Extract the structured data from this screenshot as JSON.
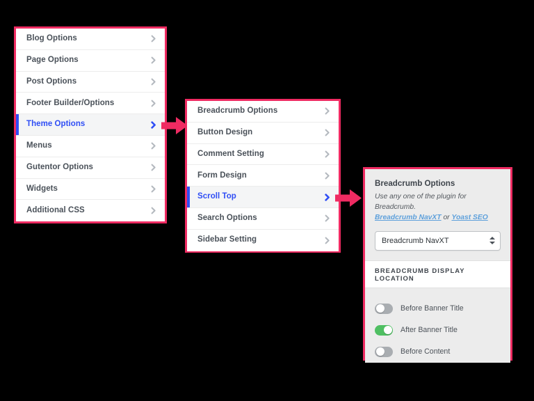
{
  "colors": {
    "panel_border": "#ef2b62",
    "arrow": "#ef2b62",
    "active_blue": "#2f4ef5",
    "toggle_on_green": "#4fbf62",
    "toggle_off_gray": "#a9adb1",
    "link_blue": "#5ea0db",
    "canvas": "#000000"
  },
  "panel_main_menu": {
    "name": "theme-settings-menu",
    "items": [
      {
        "label": "Blog Options",
        "active": false,
        "icon": "chevron-right-icon"
      },
      {
        "label": "Page Options",
        "active": false,
        "icon": "chevron-right-icon"
      },
      {
        "label": "Post Options",
        "active": false,
        "icon": "chevron-right-icon"
      },
      {
        "label": "Footer Builder/Options",
        "active": false,
        "icon": "chevron-right-icon"
      },
      {
        "label": "Theme Options",
        "active": true,
        "icon": "chevron-right-icon"
      },
      {
        "label": "Menus",
        "active": false,
        "icon": "chevron-right-icon"
      },
      {
        "label": "Gutentor Options",
        "active": false,
        "icon": "chevron-right-icon"
      },
      {
        "label": "Widgets",
        "active": false,
        "icon": "chevron-right-icon"
      },
      {
        "label": "Additional CSS",
        "active": false,
        "icon": "chevron-right-icon"
      }
    ]
  },
  "panel_theme_options": {
    "name": "theme-options-submenu",
    "items": [
      {
        "label": "Breadcrumb Options",
        "active": false,
        "icon": "chevron-right-icon"
      },
      {
        "label": "Button Design",
        "active": false,
        "icon": "chevron-right-icon"
      },
      {
        "label": "Comment Setting",
        "active": false,
        "icon": "chevron-right-icon"
      },
      {
        "label": "Form Design",
        "active": false,
        "icon": "chevron-right-icon"
      },
      {
        "label": "Scroll Top",
        "active": true,
        "icon": "chevron-right-icon"
      },
      {
        "label": "Search Options",
        "active": false,
        "icon": "chevron-right-icon"
      },
      {
        "label": "Sidebar Setting",
        "active": false,
        "icon": "chevron-right-icon"
      }
    ]
  },
  "panel_breadcrumb": {
    "name": "breadcrumb-options-panel",
    "title": "Breadcrumb Options",
    "description_prefix": "Use any one of the plugin for Breadcrumb.",
    "link_primary": "Breadcrumb NavXT",
    "link_conjunction": " or ",
    "link_secondary": "Yoast SEO",
    "select": {
      "value": "Breadcrumb NavXT",
      "placeholder": "Breadcrumb NavXT",
      "stepper_icon": "stepper-up-down-icon"
    },
    "section_header": "Breadcrumb Display Location",
    "toggles": [
      {
        "label": "Before Banner Title",
        "on": false
      },
      {
        "label": "After Banner Title",
        "on": true
      },
      {
        "label": "Before Content",
        "on": false
      }
    ]
  },
  "arrows": [
    {
      "name": "flow-arrow-menu-to-submenu",
      "icon": "arrow-right-icon"
    },
    {
      "name": "flow-arrow-submenu-to-detail",
      "icon": "arrow-right-icon"
    }
  ]
}
